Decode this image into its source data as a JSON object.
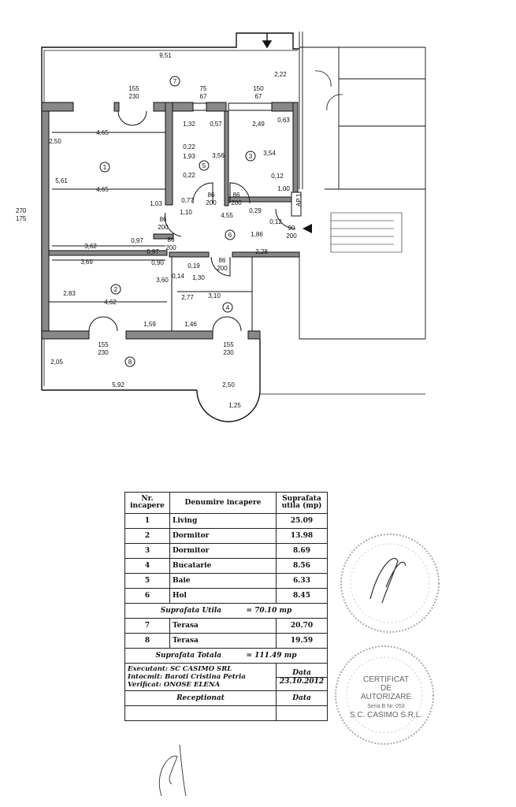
{
  "plan": {
    "rooms": [
      "1",
      "2",
      "3",
      "4",
      "5",
      "6",
      "7",
      "8"
    ],
    "dims": [
      "9,51",
      "2,22",
      "155",
      "230",
      "75",
      "67",
      "150",
      "67",
      "4,65",
      "2,50",
      "5,61",
      "4,65",
      "1,32",
      "0,57",
      "2,49",
      "0,63",
      "0,22",
      "1,93",
      "0,22",
      "3,56",
      "3,54",
      "0,12",
      "1,00",
      "0,77",
      "86",
      "200",
      "86",
      "200",
      "1,03",
      "1,10",
      "4,55",
      "0,29",
      "86",
      "200",
      "0,12",
      "90",
      "200",
      "1,86",
      "3,62",
      "0,97",
      "86",
      "200",
      "0,97",
      "0,90",
      "3,60",
      "0,19",
      "0,14",
      "1,30",
      "2,28",
      "86",
      "200",
      "3,69",
      "2,83",
      "4,62",
      "2,77",
      "3,10",
      "1,59",
      "1,46",
      "155",
      "230",
      "155",
      "230",
      "2,05",
      "5,92",
      "2,50",
      "1,25"
    ],
    "apartment_label": "AP.1",
    "side_dims": [
      "270",
      "175"
    ]
  },
  "table": {
    "headers": {
      "nr": "Nr. incapere",
      "name": "Denumire incapere",
      "area": "Suprafata utila (mp)"
    },
    "rooms": [
      {
        "nr": "1",
        "name": "Living",
        "area": "25.09"
      },
      {
        "nr": "2",
        "name": "Dormitor",
        "area": "13.98"
      },
      {
        "nr": "3",
        "name": "Dormitor",
        "area": "8.69"
      },
      {
        "nr": "4",
        "name": "Bucatarie",
        "area": "8.56"
      },
      {
        "nr": "5",
        "name": "Baie",
        "area": "6.33"
      },
      {
        "nr": "6",
        "name": "Hol",
        "area": "8.45"
      }
    ],
    "useful_label": "Suprafata Utila",
    "useful_value": "= 70.10 mp",
    "terraces": [
      {
        "nr": "7",
        "name": "Terasa",
        "area": "20.70"
      },
      {
        "nr": "8",
        "name": "Terasa",
        "area": "19.59"
      }
    ],
    "total_label": "Suprafata Totala",
    "total_value": "= 111.49 mp",
    "executant": "Executant: SC CASIMO SRL",
    "intocmit": "Intocmit: Baroti Cristina Petria",
    "verificat": "Verificat: ONOSE ELENA",
    "date_label": "Data",
    "date_value": "23.10.2012",
    "received_label": "Receptionat",
    "received_date_label": "Data"
  },
  "stamps": {
    "certificate": [
      "CERTIFICAT",
      "DE",
      "AUTORIZARE",
      "Seria B Nr. 053",
      "S.C. CASIMO S.R.L."
    ]
  }
}
